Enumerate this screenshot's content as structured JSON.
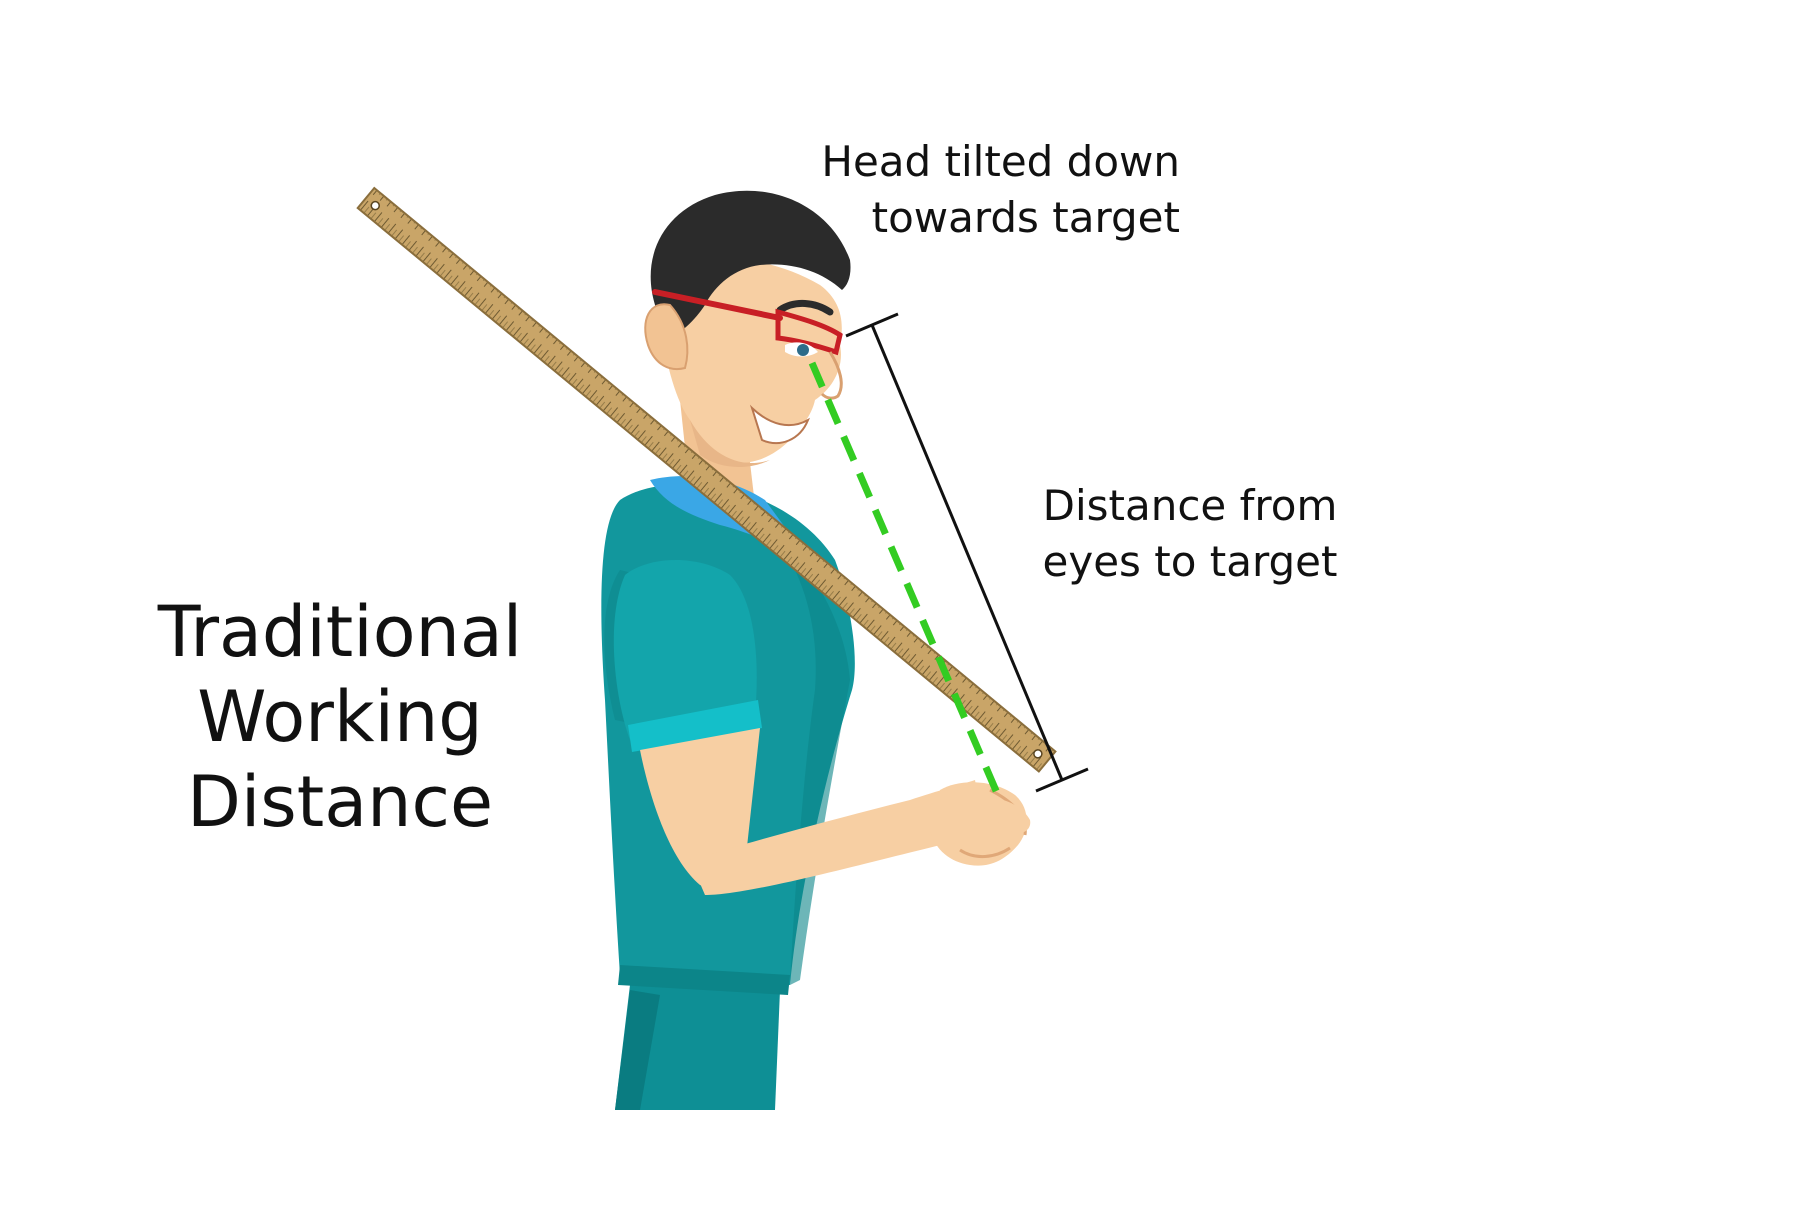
{
  "labels": {
    "title_line1": "Traditional",
    "title_line2": "Working",
    "title_line3": "Distance",
    "head_line1": "Head tilted down",
    "head_line2": "towards target",
    "distance_line1": "Distance from",
    "distance_line2": "eyes to target"
  },
  "colors": {
    "scrubs": "#12979d",
    "scrubs_dark": "#0c8589",
    "undershirt": "#3aa7e6",
    "skin": "#f7cfa3",
    "hair": "#2b2b2b",
    "glasses": "#c81f25",
    "ruler": "#c9a568",
    "sightline": "#33cc22",
    "dimension_line": "#111111"
  }
}
